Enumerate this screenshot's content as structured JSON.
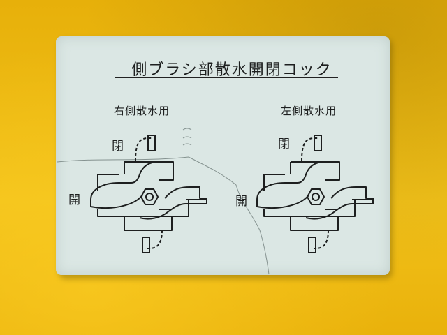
{
  "sign": {
    "title": "側ブラシ部散水開閉コック",
    "left": {
      "heading": "右側散水用",
      "mark_top": "閉",
      "mark_side": "開"
    },
    "right": {
      "heading": "左側散水用",
      "mark_top": "閉",
      "mark_side": "開"
    }
  },
  "colors": {
    "housing_yellow": "#e8b40a",
    "label_background": "#dbe7e4",
    "ink": "#1d1f1f"
  }
}
